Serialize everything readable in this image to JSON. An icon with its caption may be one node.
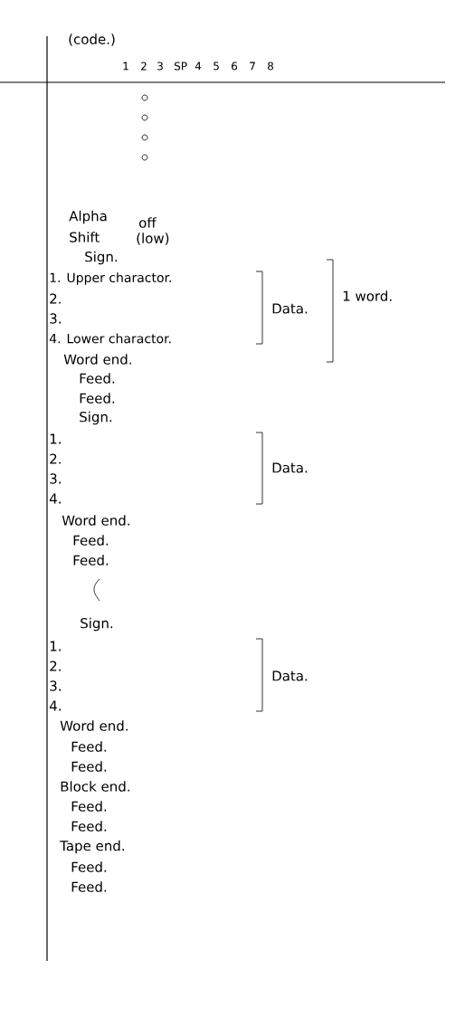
{
  "diagram": {
    "title": "(code.)",
    "labels": [
      "1",
      "2",
      "3",
      "SP",
      "4",
      "5",
      "6",
      "7",
      "8",
      "Alpha",
      "off",
      "Shift",
      "(low)",
      "Sign.",
      "1. Upper charactor.",
      "2.",
      "3.",
      "4. Lower charactor.",
      "Data.",
      "1 word.",
      "Word end.",
      "Feed.",
      "Feed.",
      "Sign.",
      "1.",
      "2.",
      "3.",
      "4.",
      "Data.",
      "Word end.",
      "Feed.",
      "Feed.",
      "Sign.",
      "1.",
      "2.",
      "3.",
      "4.",
      "Data.",
      "Word end.",
      "Feed.",
      "Feed.",
      "Block end.",
      "Feed.",
      "Feed.",
      "Tape end.",
      "Feed.",
      "Feed."
    ]
  }
}
